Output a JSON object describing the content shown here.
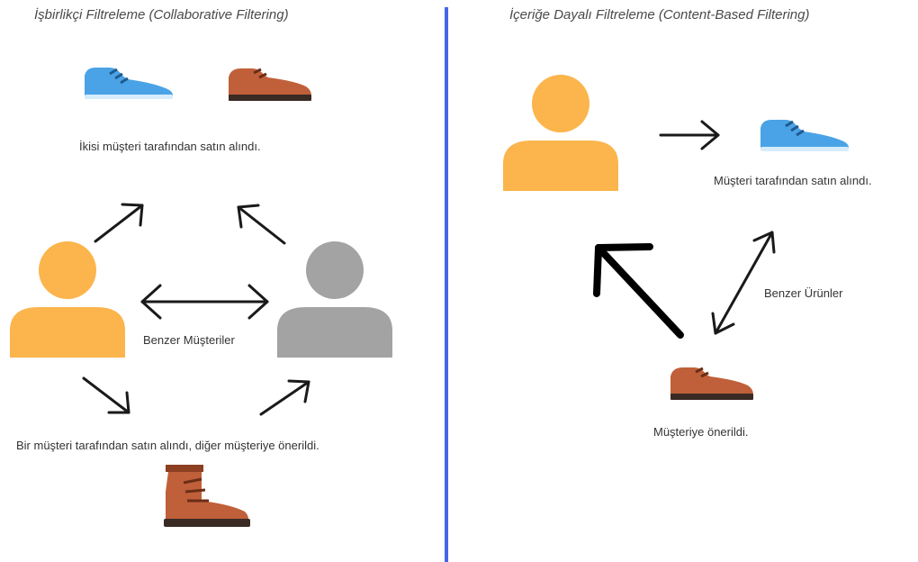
{
  "left_panel": {
    "title": "İşbirlikçi Filtreleme (Collaborative Filtering)",
    "both_bought_label": "İkisi müşteri tarafından satın alındı.",
    "similar_customers_label": "Benzer Müşteriler",
    "recommended_label": "Bir müşteri tarafından satın alındı, diğer müşteriye önerildi."
  },
  "right_panel": {
    "title": "İçeriğe Dayalı Filtreleme (Content-Based Filtering)",
    "bought_label": "Müşteri tarafından satın alındı.",
    "similar_products_label": "Benzer Ürünler",
    "recommended_label": "Müşteriye önerildi."
  },
  "colors": {
    "divider": "#4466e8",
    "customer_orange": "#fbb54c",
    "customer_gray": "#a3a3a3",
    "sneaker_blue": "#4aa3e6",
    "shoe_brown": "#c0603a",
    "sole_dark": "#3a2a24",
    "arrow": "#1a1a1a"
  },
  "icons": [
    "sneaker-icon",
    "dress-shoe-icon",
    "boot-icon",
    "person-icon",
    "arrow-icon",
    "double-arrow-icon"
  ]
}
